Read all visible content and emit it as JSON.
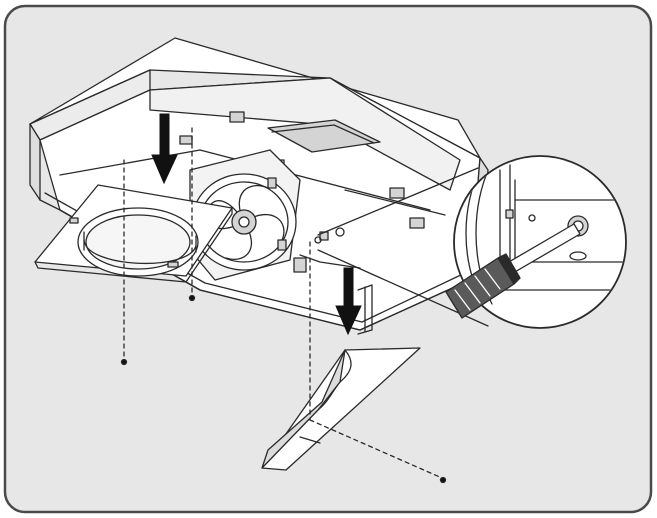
{
  "diagram": {
    "panel_fill": "#e7e7e7",
    "panel_stroke": "#4a4a4a",
    "line_color": "#2a2a2a",
    "arrow_color": "#111111",
    "part_fill": "#ffffff",
    "shade_fill": "#d4d4d4",
    "icons": [
      "range-hood-body",
      "duct-collar-plate",
      "blower-fan",
      "magnified-screw-detail",
      "screwdriver",
      "front-filler-panel",
      "down-arrow"
    ]
  }
}
